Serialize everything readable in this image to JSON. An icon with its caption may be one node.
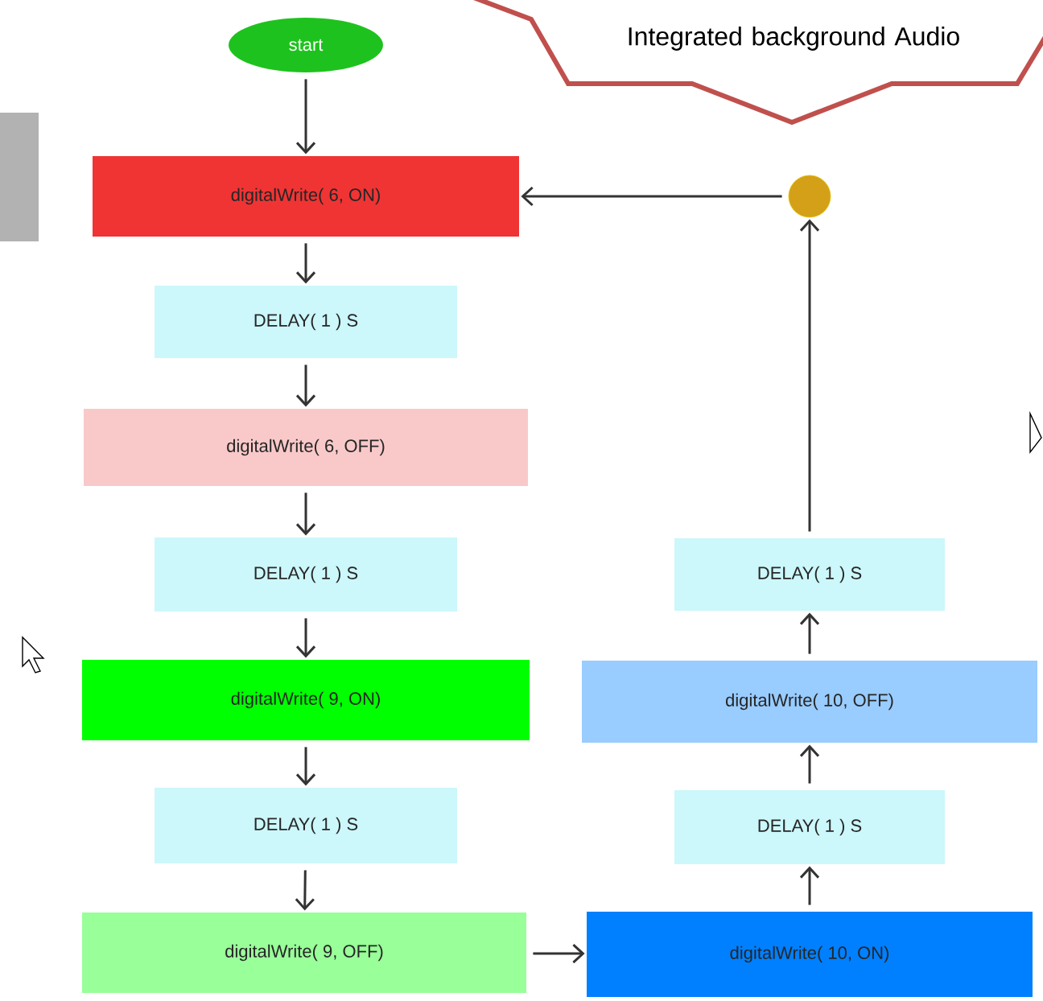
{
  "diagram": {
    "nodes": [
      {
        "text": [
          "start"
        ]
      },
      {
        "text": [
          "digitalWrite( 6, ON)"
        ]
      },
      {
        "text": [
          "DELAY( 1 ) S"
        ]
      },
      {
        "text": [
          "digitalWrite( 6, OFF)"
        ]
      },
      {
        "text": [
          "DELAY( 1 ) S"
        ]
      },
      {
        "text": [
          "digitalWrite( 9, ON)"
        ]
      },
      {
        "text": [
          "DELAY( 1 ) S"
        ]
      },
      {
        "text": [
          "digitalWrite( 9, OFF)"
        ]
      },
      {
        "text": [
          "digitalWrite( 10, ON)"
        ]
      },
      {
        "text": [
          "DELAY( 1 ) S"
        ]
      },
      {
        "text": [
          "digitalWrite( 10, OFF)"
        ]
      },
      {
        "text": [
          "DELAY( 1 ) S"
        ]
      },
      {
        "text": [],
        "shape": "circle"
      },
      {
        "text": [
          "Integrated background Audio"
        ]
      }
    ],
    "edges": [
      {
        "from": 0,
        "to": 1,
        "arrow": "to"
      },
      {
        "from": 1,
        "to": 2,
        "arrow": "to"
      },
      {
        "from": 2,
        "to": 3,
        "arrow": "to"
      },
      {
        "from": 3,
        "to": 4,
        "arrow": "to"
      },
      {
        "from": 4,
        "to": 5,
        "arrow": "to"
      },
      {
        "from": 5,
        "to": 6,
        "arrow": "to"
      },
      {
        "from": 6,
        "to": 7,
        "arrow": "to"
      },
      {
        "from": 7,
        "to": 8,
        "arrow": "to"
      },
      {
        "from": 8,
        "to": 9,
        "arrow": "to"
      },
      {
        "from": 9,
        "to": 10,
        "arrow": "to"
      },
      {
        "from": 10,
        "to": 11,
        "arrow": "to"
      },
      {
        "from": 11,
        "to": 12,
        "arrow": "to"
      },
      {
        "from": 12,
        "to": 1,
        "arrow": "to"
      }
    ]
  }
}
